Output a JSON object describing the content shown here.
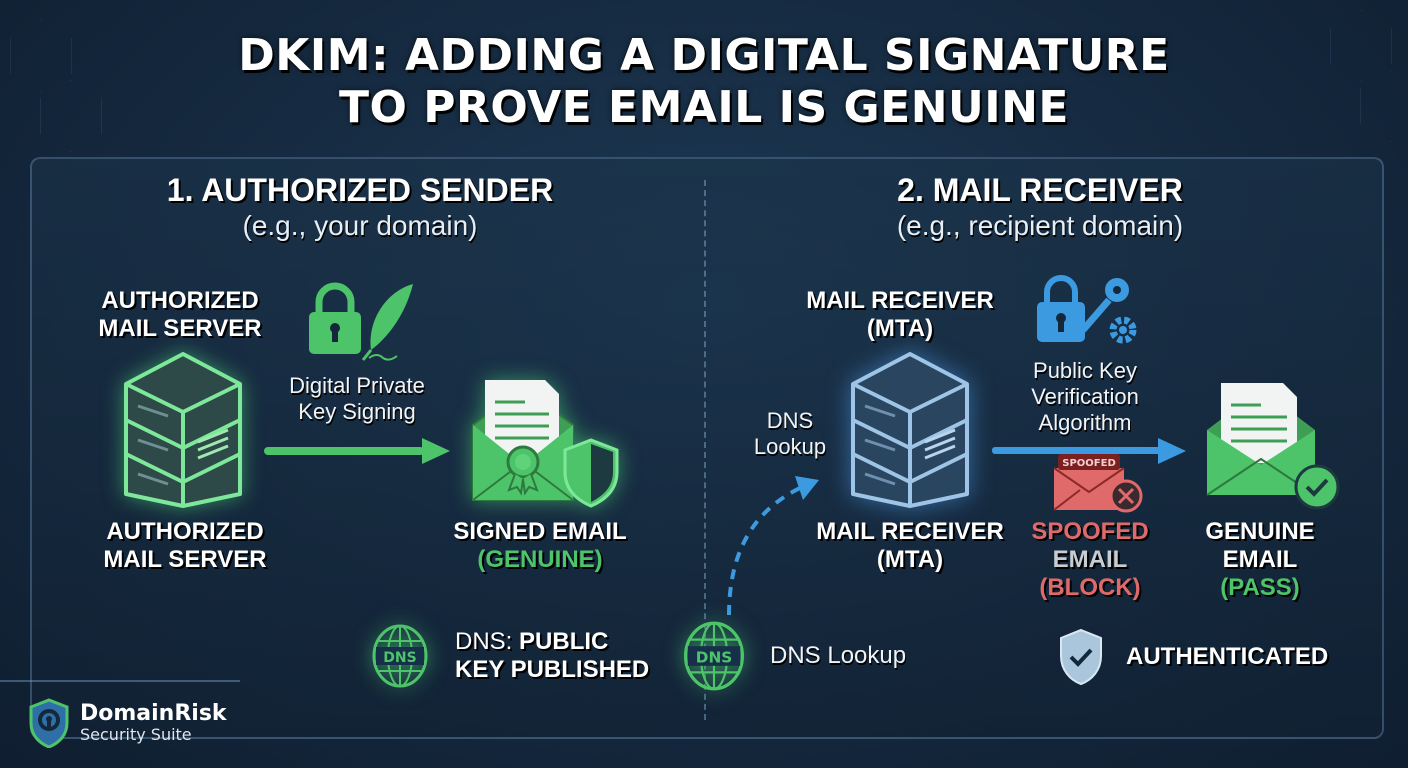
{
  "title": {
    "line1": "DKIM: ADDING A DIGITAL SIGNATURE",
    "line2": "TO PROVE EMAIL IS GENUINE"
  },
  "sender": {
    "heading": "1. AUTHORIZED SENDER",
    "subheading": "(e.g., your domain)",
    "server_label_top": [
      "AUTHORIZED",
      "MAIL SERVER"
    ],
    "server_label_bottom": [
      "AUTHORIZED",
      "MAIL SERVER"
    ],
    "signing_label": [
      "Digital Private",
      "Key Signing"
    ],
    "signed_email_label": "SIGNED EMAIL",
    "signed_email_status": "(GENUINE)",
    "dns_badge": "DNS",
    "dns_label_prefix": "DNS: ",
    "dns_label_bold": "PUBLIC",
    "dns_label_line2": "KEY PUBLISHED",
    "colors": {
      "accent": "#4ec46a"
    }
  },
  "receiver": {
    "heading": "2. MAIL RECEIVER",
    "subheading": "(e.g., recipient domain)",
    "mta_label_top": [
      "MAIL RECEIVER",
      "(MTA)"
    ],
    "mta_label_bottom": [
      "MAIL RECEIVER",
      "(MTA)"
    ],
    "dns_lookup_label": [
      "DNS",
      "Lookup"
    ],
    "verification_label": [
      "Public Key",
      "Verification",
      "Algorithm"
    ],
    "spoofed_tag": "SPOOFED",
    "spoofed_label": [
      "SPOOFED",
      "EMAIL",
      "(BLOCK)"
    ],
    "genuine_label": [
      "GENUINE",
      "EMAIL",
      "(PASS)"
    ],
    "dns_badge": "DNS",
    "dns_lookup_bottom": "DNS Lookup",
    "authenticated_label": "AUTHENTICATED",
    "colors": {
      "accent": "#3c9be0",
      "block": "#e06a6a",
      "pass": "#4ec46a"
    }
  },
  "brand": {
    "name": "DomainRisk",
    "tagline": "Security Suite"
  }
}
